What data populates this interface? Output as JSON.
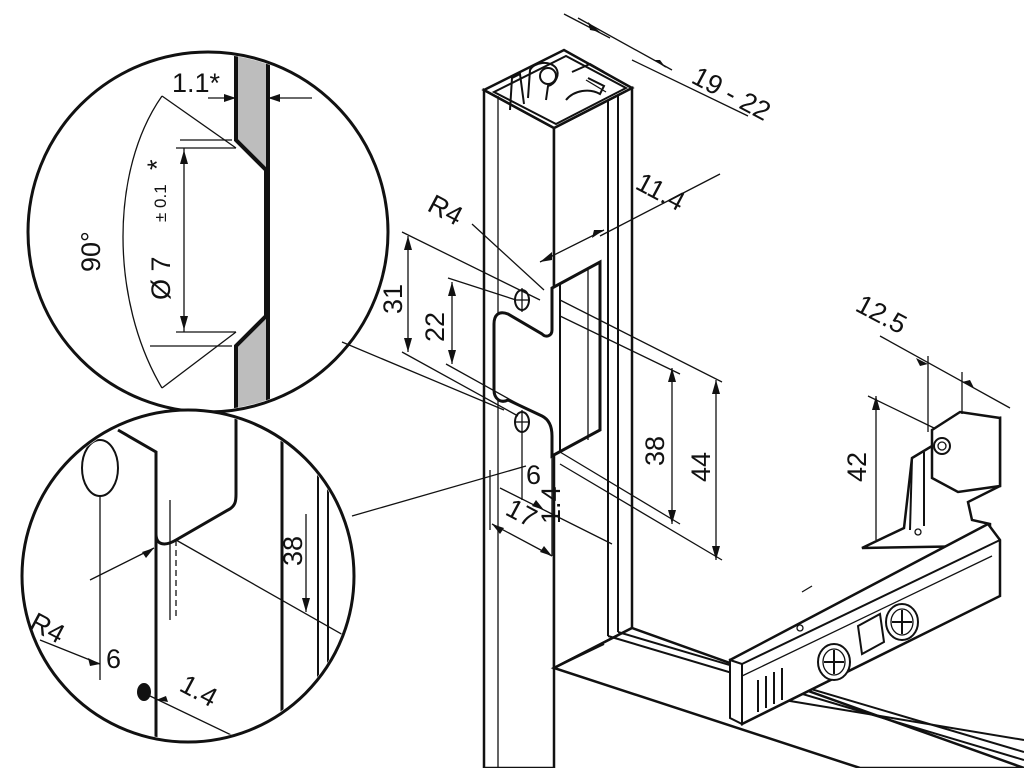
{
  "labels": {
    "top_width": "19 - 22",
    "r4_main": "R4",
    "offset_11_4": "11.4",
    "dim_31": "31",
    "dim_22": "22",
    "dim_38": "38",
    "dim_44": "44",
    "dim_6": "6",
    "dim_17": "17",
    "dim_1_4": "1.4",
    "dim_12_5": "12.5",
    "dim_42": "42",
    "detail_top_1_1": "1.1*",
    "detail_top_90": "90°",
    "detail_top_dia": "Ø 7",
    "detail_top_tol": "± 0.1",
    "detail_top_star": "*",
    "detail_bottom_r4": "R4",
    "detail_bottom_6": "6",
    "detail_bottom_1_4": "1.4",
    "detail_bottom_38": "38"
  },
  "colors": {
    "line": "#111111",
    "background": "#ffffff",
    "section_fill": "#bdbdbd"
  }
}
